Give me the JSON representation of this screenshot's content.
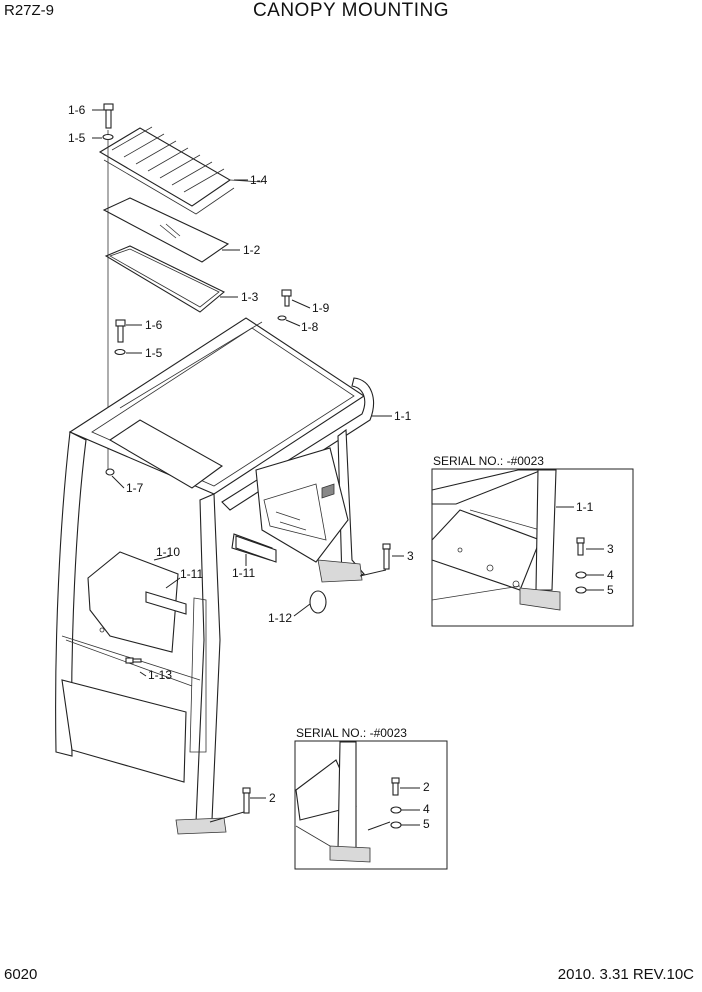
{
  "header": {
    "model": "R27Z-9",
    "title": "CANOPY MOUNTING"
  },
  "footer": {
    "page_number": "6020",
    "revision": "2010. 3.31  REV.10C"
  },
  "callouts": {
    "c1_6a": "1-6",
    "c1_5a": "1-5",
    "c1_4": "1-4",
    "c1_2": "1-2",
    "c1_3": "1-3",
    "c1_9": "1-9",
    "c1_8": "1-8",
    "c1_6b": "1-6",
    "c1_5b": "1-5",
    "c1_1": "1-1",
    "c1_7": "1-7",
    "c1_10": "1-10",
    "c1_11a": "1-11",
    "c1_11b": "1-11",
    "c1_12": "1-12",
    "c1_13": "1-13",
    "c3": "3",
    "c2": "2"
  },
  "detail_upper": {
    "serial": "SERIAL NO.: -#0023",
    "labels": {
      "p1_1": "1-1",
      "p3": "3",
      "p4": "4",
      "p5": "5"
    }
  },
  "detail_lower": {
    "serial": "SERIAL NO.: -#0023",
    "labels": {
      "p2": "2",
      "p4": "4",
      "p5": "5"
    }
  }
}
